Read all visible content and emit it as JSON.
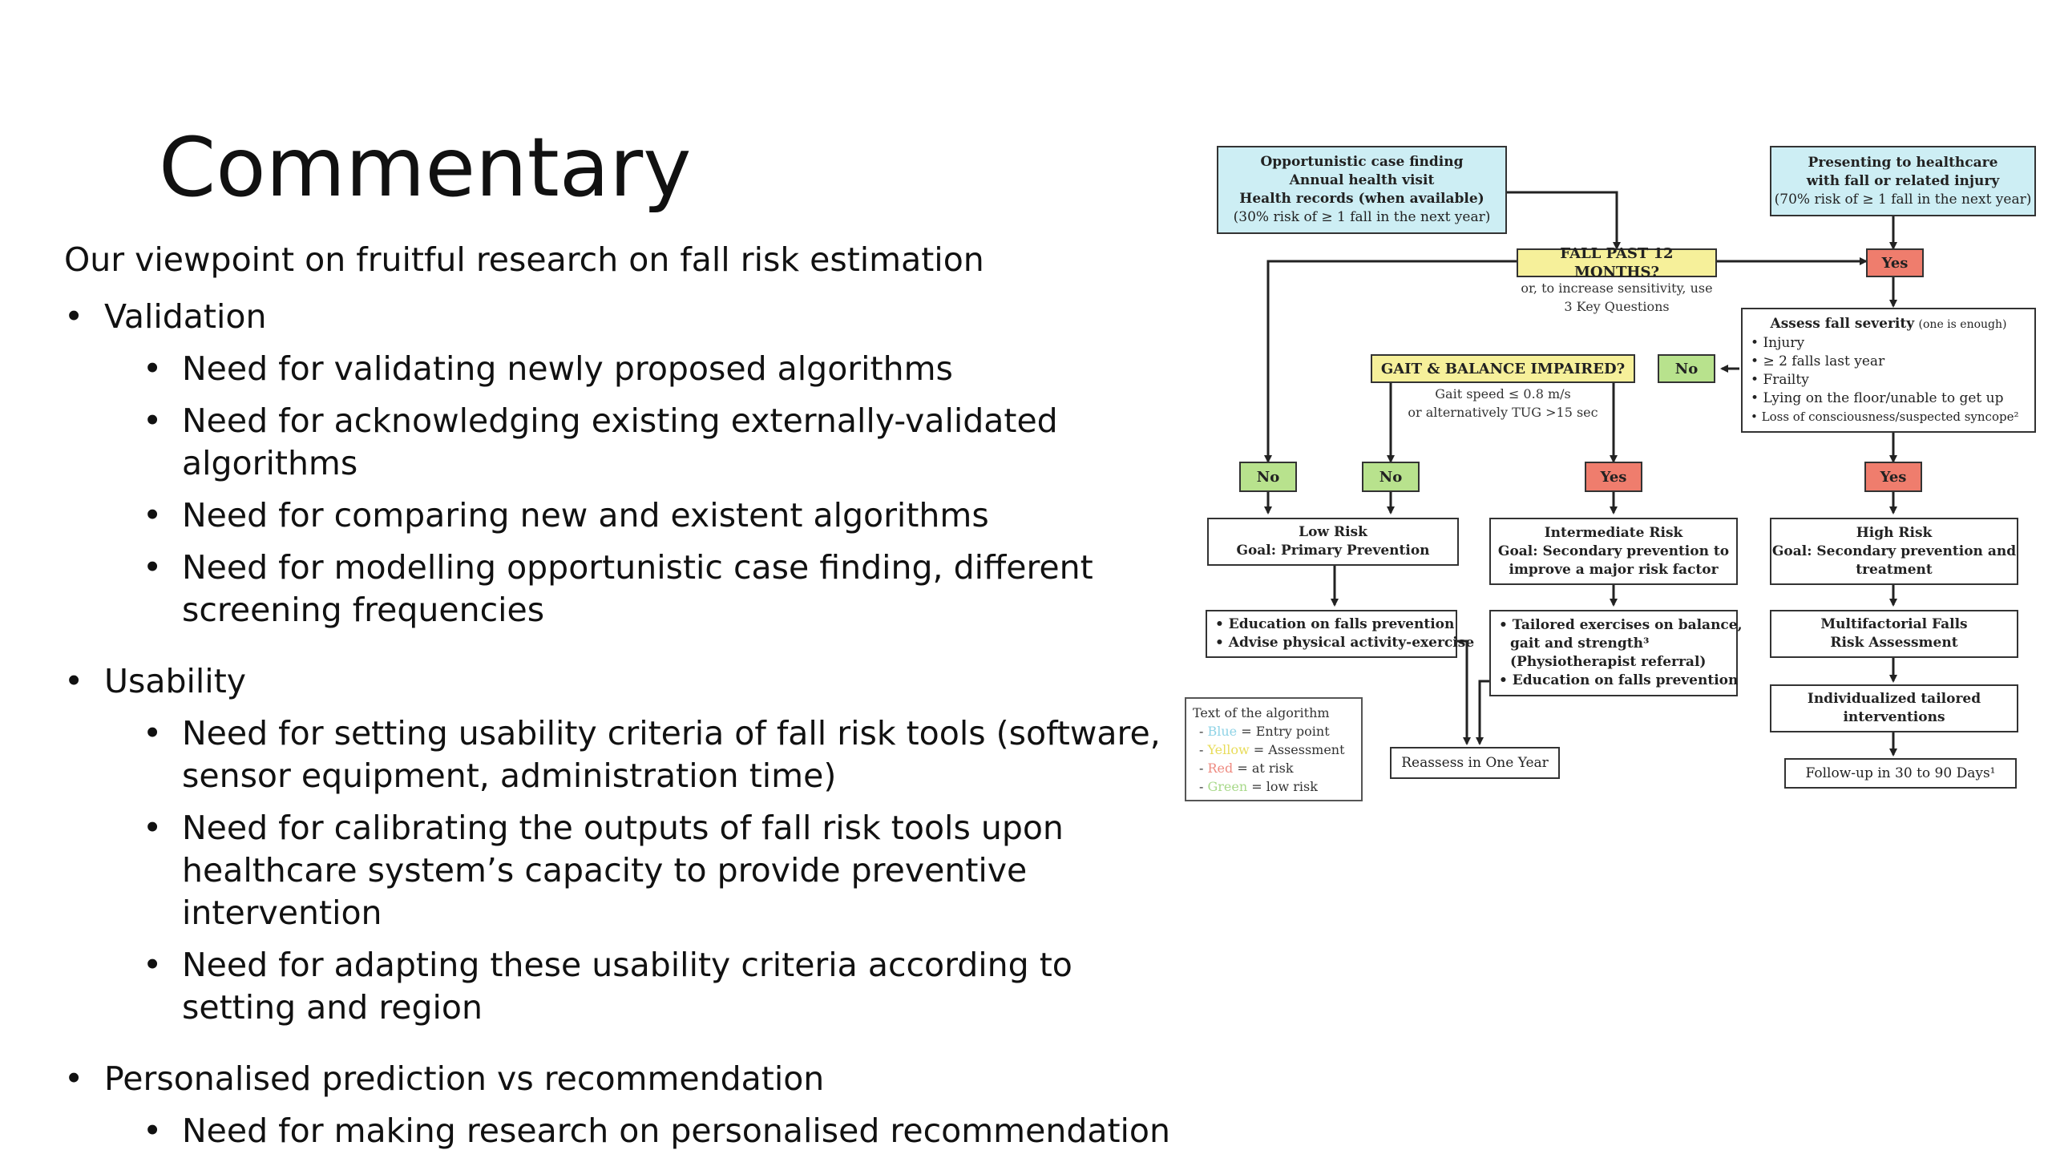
{
  "slide": {
    "title": "Commentary",
    "intro": "Our viewpoint on fruitful research on fall risk estimation",
    "sections": [
      {
        "heading": "Validation",
        "items": [
          "Need for validating newly proposed algorithms",
          "Need for acknowledging existing externally-validated algorithms",
          "Need for comparing new and existent algorithms",
          "Need for modelling opportunistic case finding, different screening frequencies"
        ]
      },
      {
        "heading": "Usability",
        "items": [
          "Need for setting usability criteria of fall risk tools (software, sensor equipment, administration time)",
          "Need for calibrating the outputs of fall risk tools upon healthcare system’s capacity to provide preventive intervention",
          "Need for adapting these usability criteria according to setting and region"
        ]
      },
      {
        "heading": "Personalised prediction vs recommendation",
        "items": [
          "Need for making research on personalised recommendation"
        ]
      }
    ],
    "bullet_glyph": "•"
  },
  "diagram": {
    "entry_left": [
      "Opportunistic case finding",
      "Annual health visit",
      "Health records (when available)",
      "(30% risk of ≥ 1 fall in the next year)"
    ],
    "entry_right": [
      "Presenting to healthcare",
      "with fall or related injury",
      "(70% risk of ≥ 1 fall in the next year)"
    ],
    "fall_question": "FALL PAST 12 MONTHS?",
    "fall_note": [
      "or, to increase sensitivity, use",
      "3 Key Questions"
    ],
    "yes_label": "Yes",
    "no_label": "No",
    "severity_title": "Assess fall severity",
    "severity_note": "(one is enough)",
    "severity_items": [
      "Injury",
      "≥ 2 falls last year",
      "Frailty",
      "Lying on the floor/unable to get up",
      "Loss of consciousness/suspected syncope²"
    ],
    "gait_question": "GAIT & BALANCE IMPAIRED?",
    "gait_note": [
      "Gait speed ≤ 0.8 m/s",
      "or alternatively TUG >15 sec"
    ],
    "low_risk": [
      "Low Risk",
      "Goal:  Primary Prevention"
    ],
    "intermediate_risk": [
      "Intermediate  Risk",
      "Goal: Secondary prevention to",
      "improve a major risk factor"
    ],
    "high_risk": [
      "High Risk",
      "Goal: Secondary prevention and",
      "treatment"
    ],
    "low_actions": [
      "Education on falls prevention",
      "Advise physical activity-exercise"
    ],
    "intermediate_actions": [
      "Tailored exercises on balance,",
      "gait and strength³",
      "(Physiotherapist referral)",
      "Education on falls prevention"
    ],
    "multifactorial": [
      "Multifactorial Falls",
      "Risk Assessment"
    ],
    "individualized": [
      "Individualized tailored",
      "interventions"
    ],
    "follow_up": "Follow-up in 30 to 90 Days¹",
    "reassess": "Reassess in One Year",
    "legend_title": "Text of the algorithm",
    "legend": [
      {
        "color_name": "Blue",
        "meaning": "Entry point",
        "color": "#8fd3e6"
      },
      {
        "color_name": "Yellow",
        "meaning": "Assessment",
        "color": "#e8dc5a"
      },
      {
        "color_name": "Red",
        "meaning": "at risk",
        "color": "#ee8a80"
      },
      {
        "color_name": "Green",
        "meaning": "low risk",
        "color": "#a8d98a"
      }
    ],
    "list_bullet": "•"
  }
}
